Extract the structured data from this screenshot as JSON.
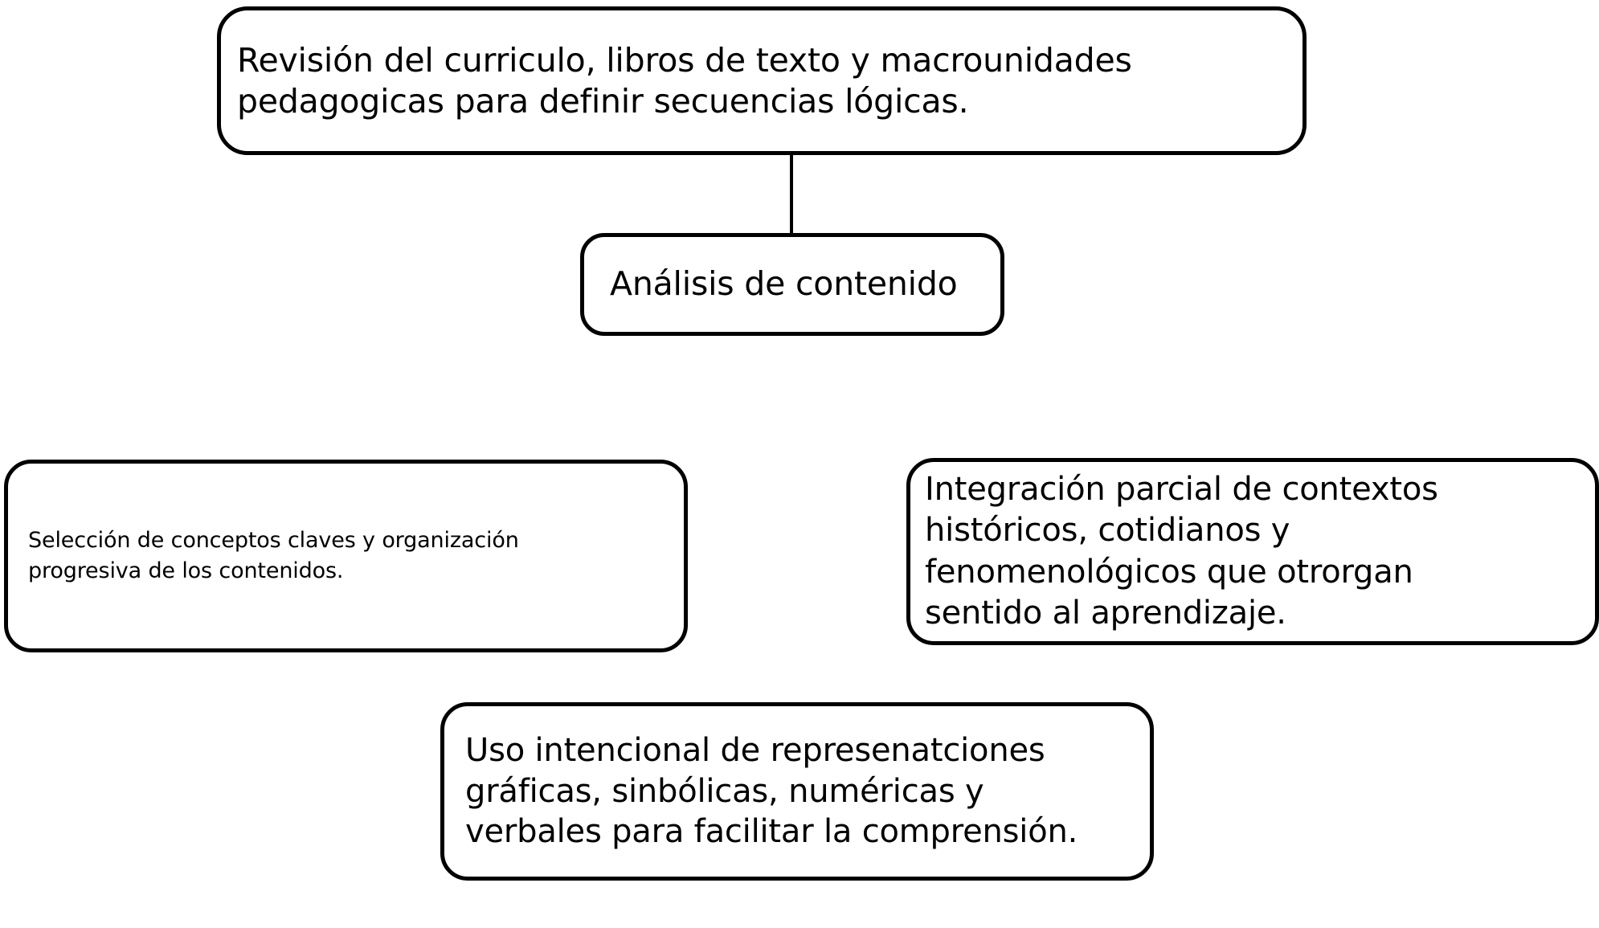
{
  "diagram": {
    "title": "Análisis de contenido",
    "background_color": "#ffffff",
    "stroke_color": "#000000",
    "nodes": {
      "revision": {
        "text": "Revisión del curriculo, libros de texto y macrounidades\npedagogicas para  definir secuencias lógicas."
      },
      "analisis": {
        "text": "Análisis de contenido"
      },
      "seleccion": {
        "text": "Selección de conceptos claves y organización\nprogresiva de los contenidos."
      },
      "integracion": {
        "text": "Integración parcial de contextos\nhistóricos, cotidianos y\nfenomenológicos que otrorgan\nsentido al aprendizaje."
      },
      "uso": {
        "text": "Uso intencional de represenatciones\ngráficas, sinbólicas, numéricas y\nverbales para facilitar la comprensión."
      }
    },
    "connectors": [
      {
        "from": "revision",
        "to": "analisis",
        "style": "straight-vertical-line"
      }
    ]
  }
}
